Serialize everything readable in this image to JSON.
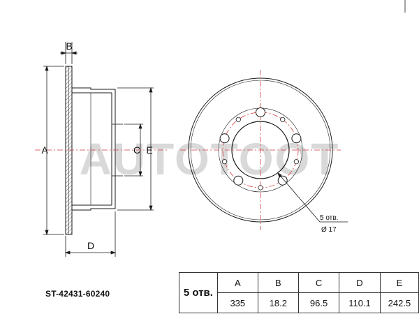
{
  "watermark": "AUTOTOOT",
  "part_number": "ST-42431-60240",
  "dimension_labels": {
    "a": "A",
    "b": "B",
    "c": "C",
    "d": "D",
    "e": "E"
  },
  "hole_callout": {
    "count": "5 отв.",
    "diameter": "Ø 17"
  },
  "spec_table": {
    "holes": "5 отв.",
    "headers": [
      "A",
      "B",
      "C",
      "D",
      "E"
    ],
    "values": [
      "335",
      "18.2",
      "96.5",
      "110.1",
      "242.5"
    ]
  },
  "colors": {
    "line": "#1a1a1a",
    "center_line": "#d23a3a",
    "watermark": "#d9d9d9"
  }
}
